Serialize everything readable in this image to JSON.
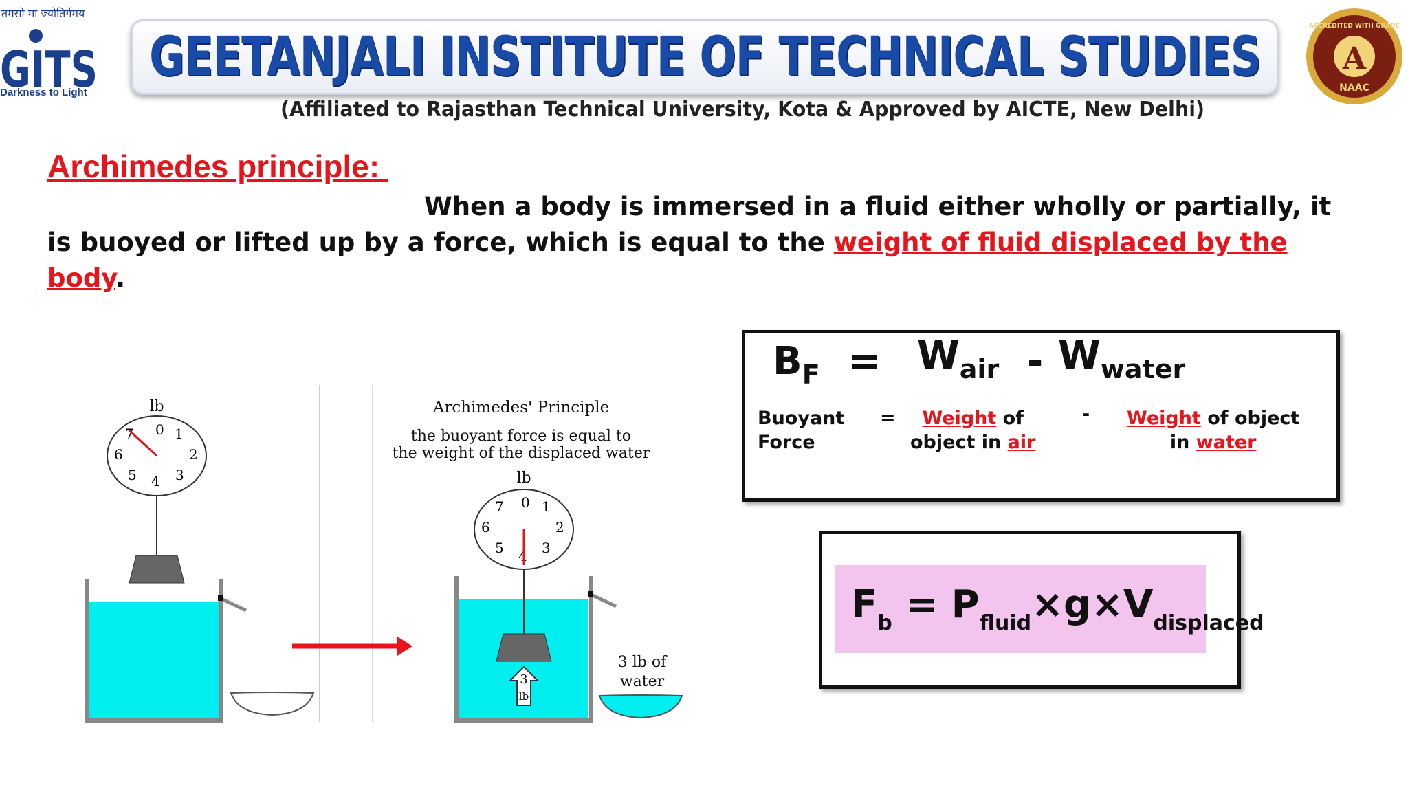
{
  "header": {
    "logo_motto": "तमसो मा ज्योतिर्गमय",
    "logo_letters": "GITS",
    "logo_tagline": "Darkness to Light",
    "institute_name": "GEETANJALI INSTITUTE OF TECHNICAL STUDIES",
    "affiliation": "(Affiliated to Rajasthan Technical University, Kota & Approved by AICTE, New Delhi)",
    "naac_badge": {
      "top_text": "ACCREDITED WITH GRADE",
      "grade": "A",
      "bottom_text": "NAAC"
    }
  },
  "slide": {
    "heading": "Archimedes principle: ",
    "text_before": "When a body is immersed in a fluid either wholly or partially, it is buoyed or lifted up by a force, which is equal to the ",
    "text_highlight": "weight of fluid displaced by the body",
    "text_after": "."
  },
  "diagram": {
    "left_scale_unit": "lb",
    "left_dial_numbers": [
      "0",
      "1",
      "2",
      "3",
      "4",
      "5",
      "6",
      "7"
    ],
    "right_title": "Archimedes' Principle",
    "right_caption_line1": "the buoyant force is equal to",
    "right_caption_line2": "the weight of the displaced water",
    "right_scale_unit": "lb",
    "right_dial_numbers": [
      "0",
      "1",
      "2",
      "3",
      "4",
      "5",
      "6",
      "7"
    ],
    "arrow_number": "3",
    "arrow_unit": "lb",
    "overflow_label_line1": "3 lb of",
    "overflow_label_line2": "water"
  },
  "formula1": {
    "b": "B",
    "b_sub": "F",
    "equals": "=",
    "w1": "W",
    "w1_sub": "air",
    "minus": "-",
    "w2": "W",
    "w2_sub": "water",
    "buoyant": "Buoyant",
    "force": "Force",
    "eq_small": "=",
    "weight1": "Weight",
    "of1": " of",
    "object_in": "object in ",
    "air": "air",
    "minus_small": "-",
    "weight2": "Weight",
    "of_object": " of object",
    "in": "in ",
    "water": "water"
  },
  "formula2": {
    "f": "F",
    "f_sub": "b",
    "eq": " = ",
    "p": "P",
    "p_sub": "fluid",
    "times": "×",
    "g": "g",
    "v": "V",
    "v_sub": "displaced"
  },
  "colors": {
    "accent_red": "#e8141b",
    "water": "#00eef0",
    "institute_blue": "#1a4aa8",
    "formula_pink": "#f2c4ee"
  }
}
